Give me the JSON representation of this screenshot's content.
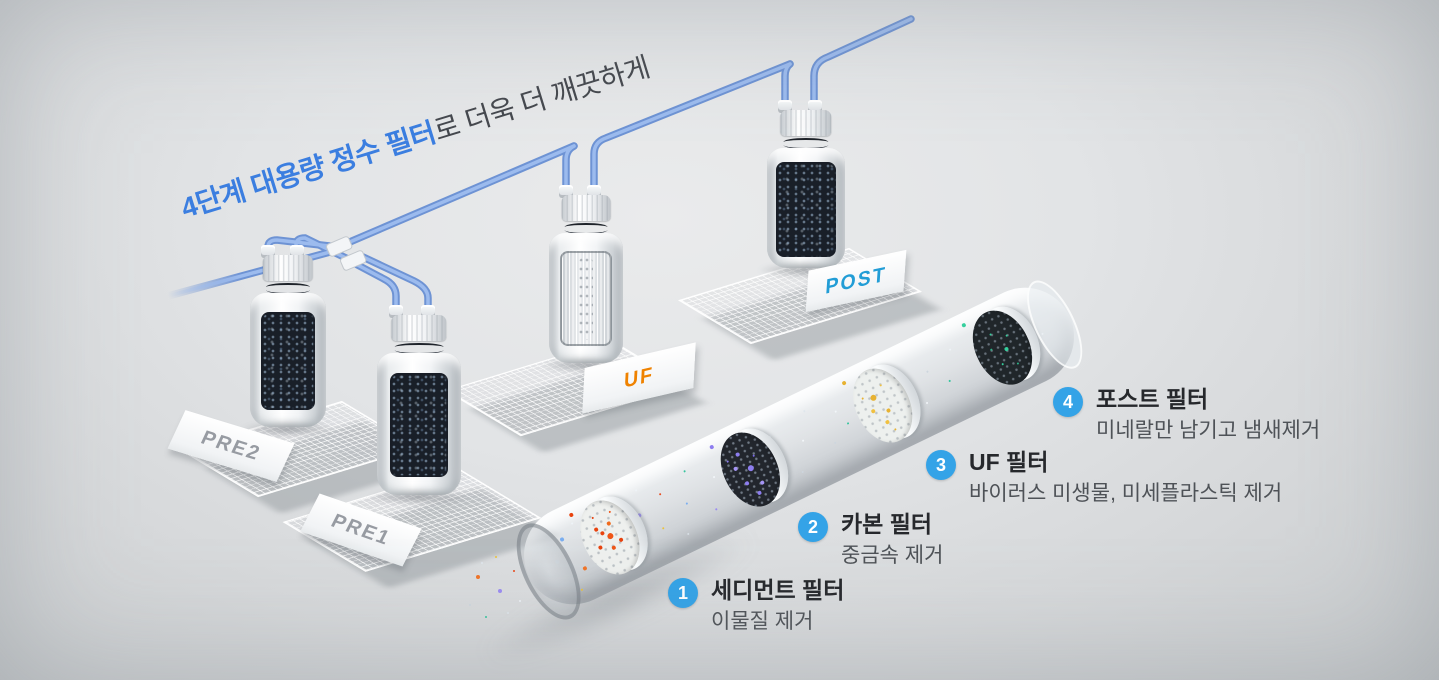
{
  "title": {
    "highlight": "4단계 대용량 정수 필터",
    "rest": "로 더욱 더 깨끗하게"
  },
  "filters": [
    {
      "id": "pre2",
      "label": "PRE2",
      "media": "carbon-dark"
    },
    {
      "id": "pre1",
      "label": "PRE1",
      "media": "carbon-dark"
    },
    {
      "id": "uf",
      "label": "UF",
      "media": "white-membrane"
    },
    {
      "id": "post",
      "label": "POST",
      "media": "carbon-dark"
    }
  ],
  "stages": [
    {
      "number": "1",
      "name": "세디먼트 필터",
      "description": "이물질 제거"
    },
    {
      "number": "2",
      "name": "카본 필터",
      "description": "중금속 제거"
    },
    {
      "number": "3",
      "name": "UF 필터",
      "description": "바이러스 미생물, 미세플라스틱 제거"
    },
    {
      "number": "4",
      "name": "포스트 필터",
      "description": "미네랄만 남기고 냄새제거"
    }
  ],
  "colors": {
    "title_highlight": "#3b7ee0",
    "title_rest": "#45484e",
    "badge_blue": "#34a3e7",
    "tube_blue": "#8ab1e8",
    "pre_label_gray": "#979ba2",
    "uf_label_orange": "#ef8200",
    "post_label_blue": "#229dd6",
    "sediment_particle": "#e8430e",
    "carbon_particle": "#8d7df0",
    "uf_particle": "#e7b232",
    "post_particle": "#35cf9d"
  }
}
